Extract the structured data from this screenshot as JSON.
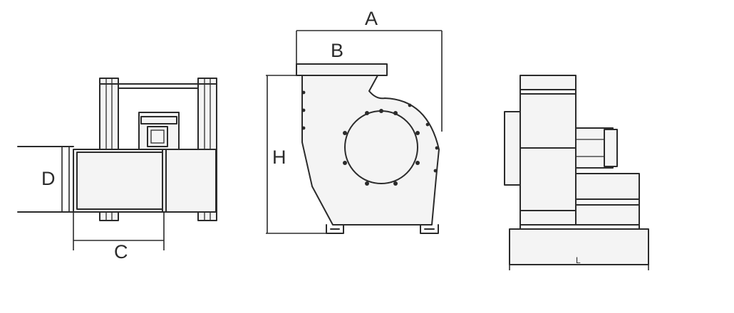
{
  "diagram": {
    "labels": {
      "A": "A",
      "B": "B",
      "C": "C",
      "D": "D",
      "H": "H",
      "L": "L"
    },
    "colors": {
      "line": "#2b2b2b",
      "background": "#ffffff"
    }
  }
}
